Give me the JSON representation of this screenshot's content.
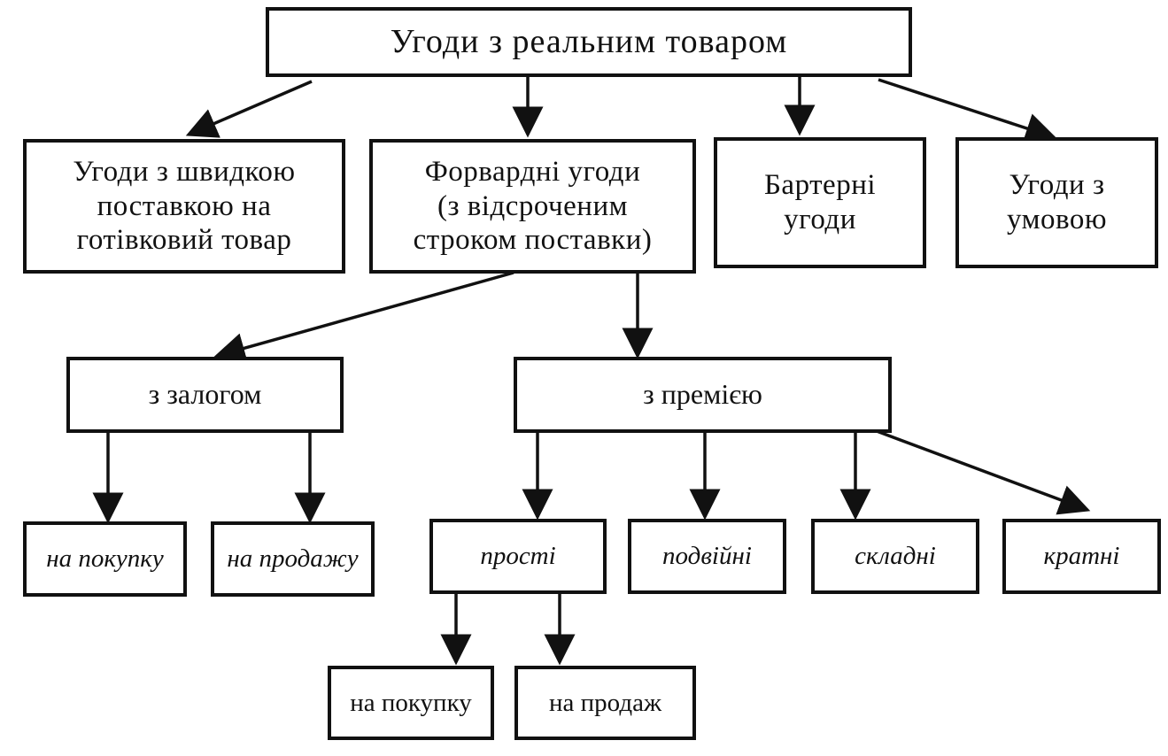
{
  "nodes": {
    "root": "Угоди з реальним товаром",
    "spot": "Угоди з швидкою\nпоставкою на\nготівковий товар",
    "forward": "Форвардні угоди\n(з відсроченим\nстроком поставки)",
    "barter": "Бартерні\nугоди",
    "conditional": "Угоди з\nумовою",
    "collateral": "з залогом",
    "premium": "з премією",
    "collateral_buy": "на покупку",
    "collateral_sell": "на продажу",
    "simple": "прості",
    "double": "подвійні",
    "complex": "складні",
    "multiple": "кратні",
    "simple_buy": "на покупку",
    "simple_sell": "на продаж"
  },
  "colors": {
    "line": "#111111",
    "background": "#ffffff"
  }
}
